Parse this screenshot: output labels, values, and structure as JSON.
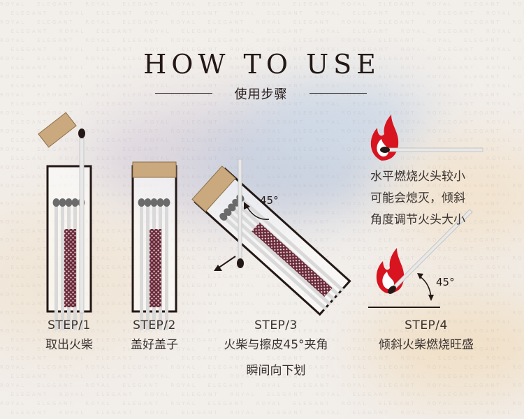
{
  "title": "HOW TO USE",
  "subtitle": "使用步骤",
  "watermark_words": [
    "ROYAL",
    "ELEGANT"
  ],
  "colors": {
    "ink": "#231815",
    "cork": "#c9a97d",
    "match_tip": "#6b6b6b",
    "striker": "#6a2a3a",
    "flame": "#d7141f"
  },
  "steps": [
    {
      "num": "STEP/1",
      "desc": "取出火柴"
    },
    {
      "num": "STEP/2",
      "desc": "盖好盖子"
    },
    {
      "num": "STEP/3",
      "desc": "火柴与擦皮45°夹角",
      "desc2": "瞬间向下划"
    },
    {
      "num": "STEP/4",
      "desc": "倾斜火柴燃烧旺盛"
    }
  ],
  "tip_lines": [
    "水平燃烧火头较小",
    "可能会熄灭，倾斜",
    "角度调节火头大小"
  ],
  "angle_label": "45°"
}
